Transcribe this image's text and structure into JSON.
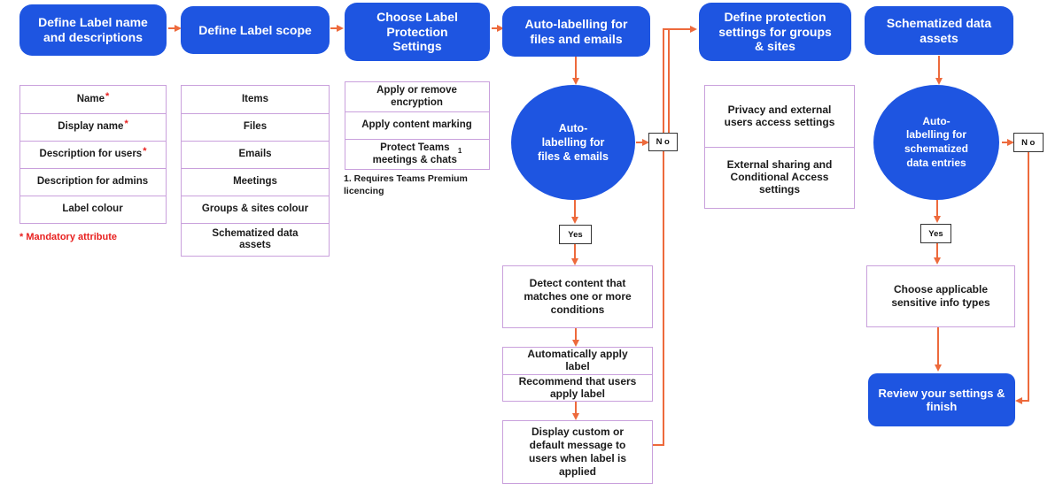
{
  "colors": {
    "blue": "#1e55e1",
    "orange": "#ed6a3c",
    "purple": "#c9a0dc",
    "red": "#e8201f",
    "ink": "#1b1b1b"
  },
  "top_boxes": [
    "Define Label name\nand descriptions",
    "Define Label scope",
    "Choose Label\nProtection\nSettings",
    "Auto-labelling for\nfiles and emails",
    "Define protection\nsettings for groups\n& sites",
    "Schematized data\nassets"
  ],
  "label_attributes": {
    "cells": [
      {
        "label": "Name",
        "star": "*"
      },
      {
        "label": "Display name",
        "star": "*"
      },
      {
        "label": "Description for users",
        "star": "*"
      },
      {
        "label": "Description for admins",
        "star": ""
      },
      {
        "label": "Label colour",
        "star": ""
      }
    ],
    "note": "* Mandatory attribute"
  },
  "label_scope": {
    "cells": [
      "Items",
      "Files",
      "Emails",
      "Meetings",
      "Groups & sites colour",
      "Schematized data\nassets"
    ]
  },
  "protection_settings": {
    "cells": [
      {
        "label": "Apply or remove\nencryption",
        "sup": ""
      },
      {
        "label": "Apply content marking",
        "sup": ""
      },
      {
        "label": "Protect Teams\nmeetings & chats",
        "sup": "1"
      }
    ],
    "footnote": "1. Requires Teams Premium\nlicencing"
  },
  "files_flow": {
    "circle": "Auto-\nlabelling for\nfiles & emails",
    "no": "No",
    "yes": "Yes",
    "detect": "Detect content that\nmatches one or more\nconditions",
    "apply_options": [
      "Automatically apply\nlabel",
      "Recommend that users\napply label"
    ],
    "display": "Display custom or\ndefault message to\nusers when label is\napplied"
  },
  "groups_settings": {
    "cells": [
      "Privacy and external\nusers access settings",
      "External sharing and\nConditional Access\nsettings"
    ]
  },
  "schema_flow": {
    "circle": "Auto-\nlabelling for\nschematized\ndata entries",
    "no": "No",
    "yes": "Yes",
    "choose": "Choose applicable\nsensitive info types",
    "review": "Review your settings &\nfinish"
  }
}
